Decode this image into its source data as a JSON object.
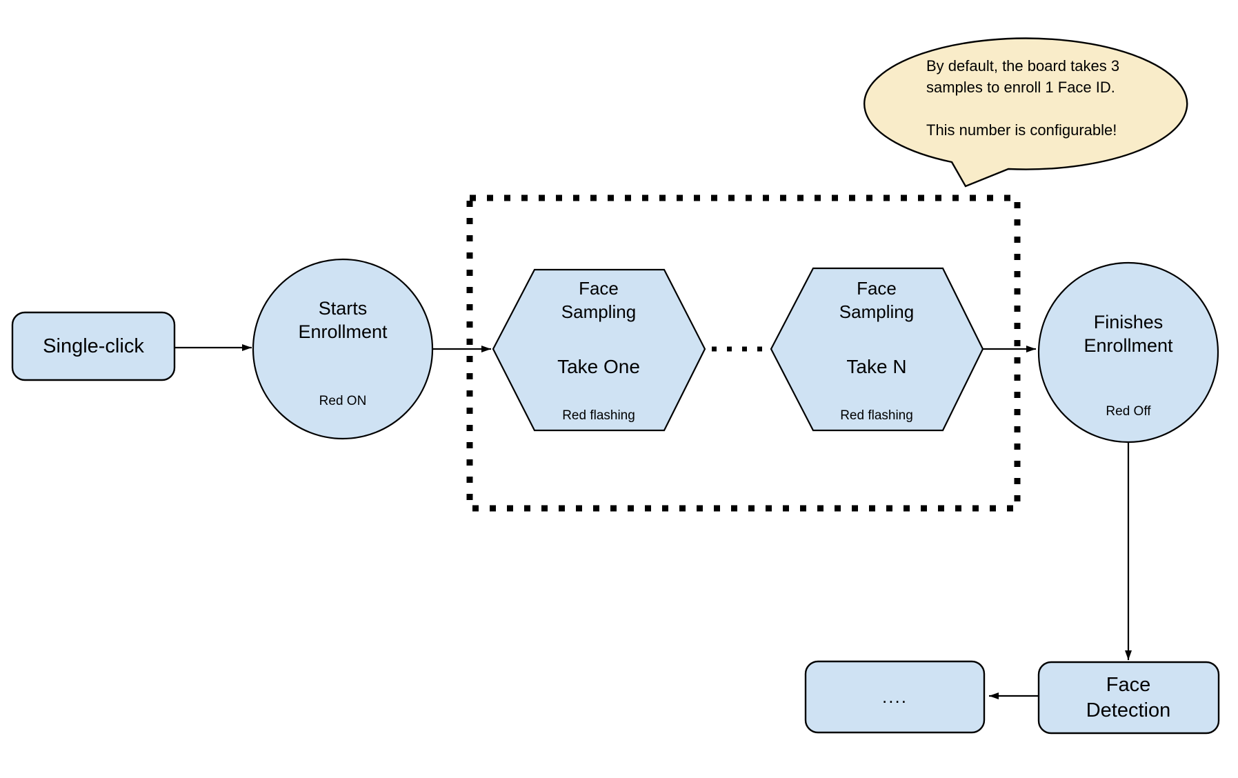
{
  "colors": {
    "node_fill": "#cfe2f3",
    "node_stroke": "#000000",
    "callout_fill": "#f9ecc9",
    "arrow": "#000000"
  },
  "callout": {
    "lines": [
      "By default, the board takes 3",
      "samples to enroll 1 Face ID.",
      "",
      "This number is configurable!"
    ]
  },
  "nodes": {
    "single_click": {
      "label": "Single-click"
    },
    "starts_enrollment": {
      "title": "Starts Enrollment",
      "status": "Red ON"
    },
    "face_sampling_take_one": {
      "title": "Face Sampling",
      "action": "Take One",
      "status": "Red flashing"
    },
    "face_sampling_take_n": {
      "title": "Face Sampling",
      "action": "Take N",
      "status": "Red flashing"
    },
    "finishes_enrollment": {
      "title": "Finishes Enrollment",
      "status": "Red Off"
    },
    "face_detection": {
      "label": "Face Detection"
    },
    "continuation": {
      "label": "...."
    }
  }
}
